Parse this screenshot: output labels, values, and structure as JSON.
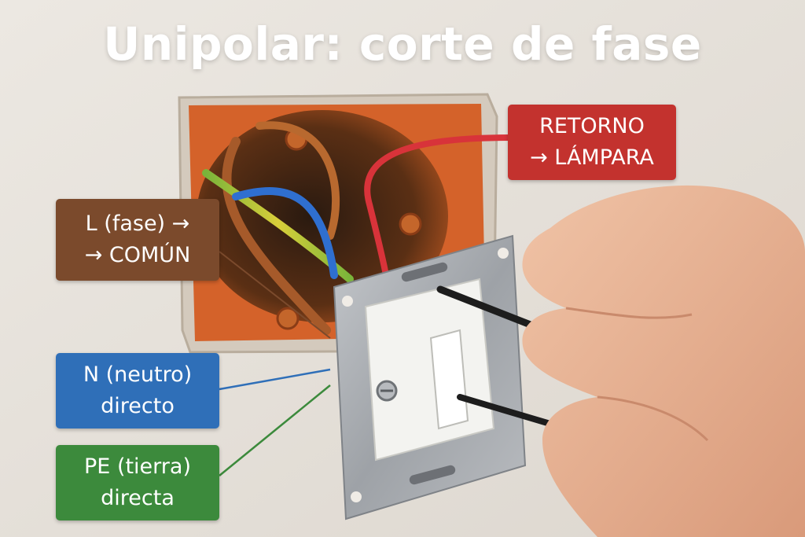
{
  "title": "Unipolar: corte de fase",
  "labels": {
    "retorno": {
      "line1": "RETORNO",
      "line2": "→ LÁMPARA",
      "color": "#c3322e"
    },
    "fase": {
      "line1": "L (fase) →",
      "line2": "→ COMÚN",
      "color": "#7b4a2c"
    },
    "neutro": {
      "line1": "N (neutro)",
      "line2": "directo",
      "color": "#2f6fb8"
    },
    "tierra": {
      "line1": "PE (tierra)",
      "line2": "directa",
      "color": "#3c8a3c"
    }
  },
  "colors": {
    "wall": "#e6e1da",
    "box": "#d9682a",
    "wire_red": "#d8333a",
    "wire_blue": "#2f6fd0",
    "wire_brown": "#b0612e",
    "wire_green_yellow": "#8fbf3a",
    "frame_metal": "#a9acb0",
    "switch_white": "#f4f4f2",
    "screwdriver": "#1a1a1a",
    "skin": "#e8b292"
  }
}
